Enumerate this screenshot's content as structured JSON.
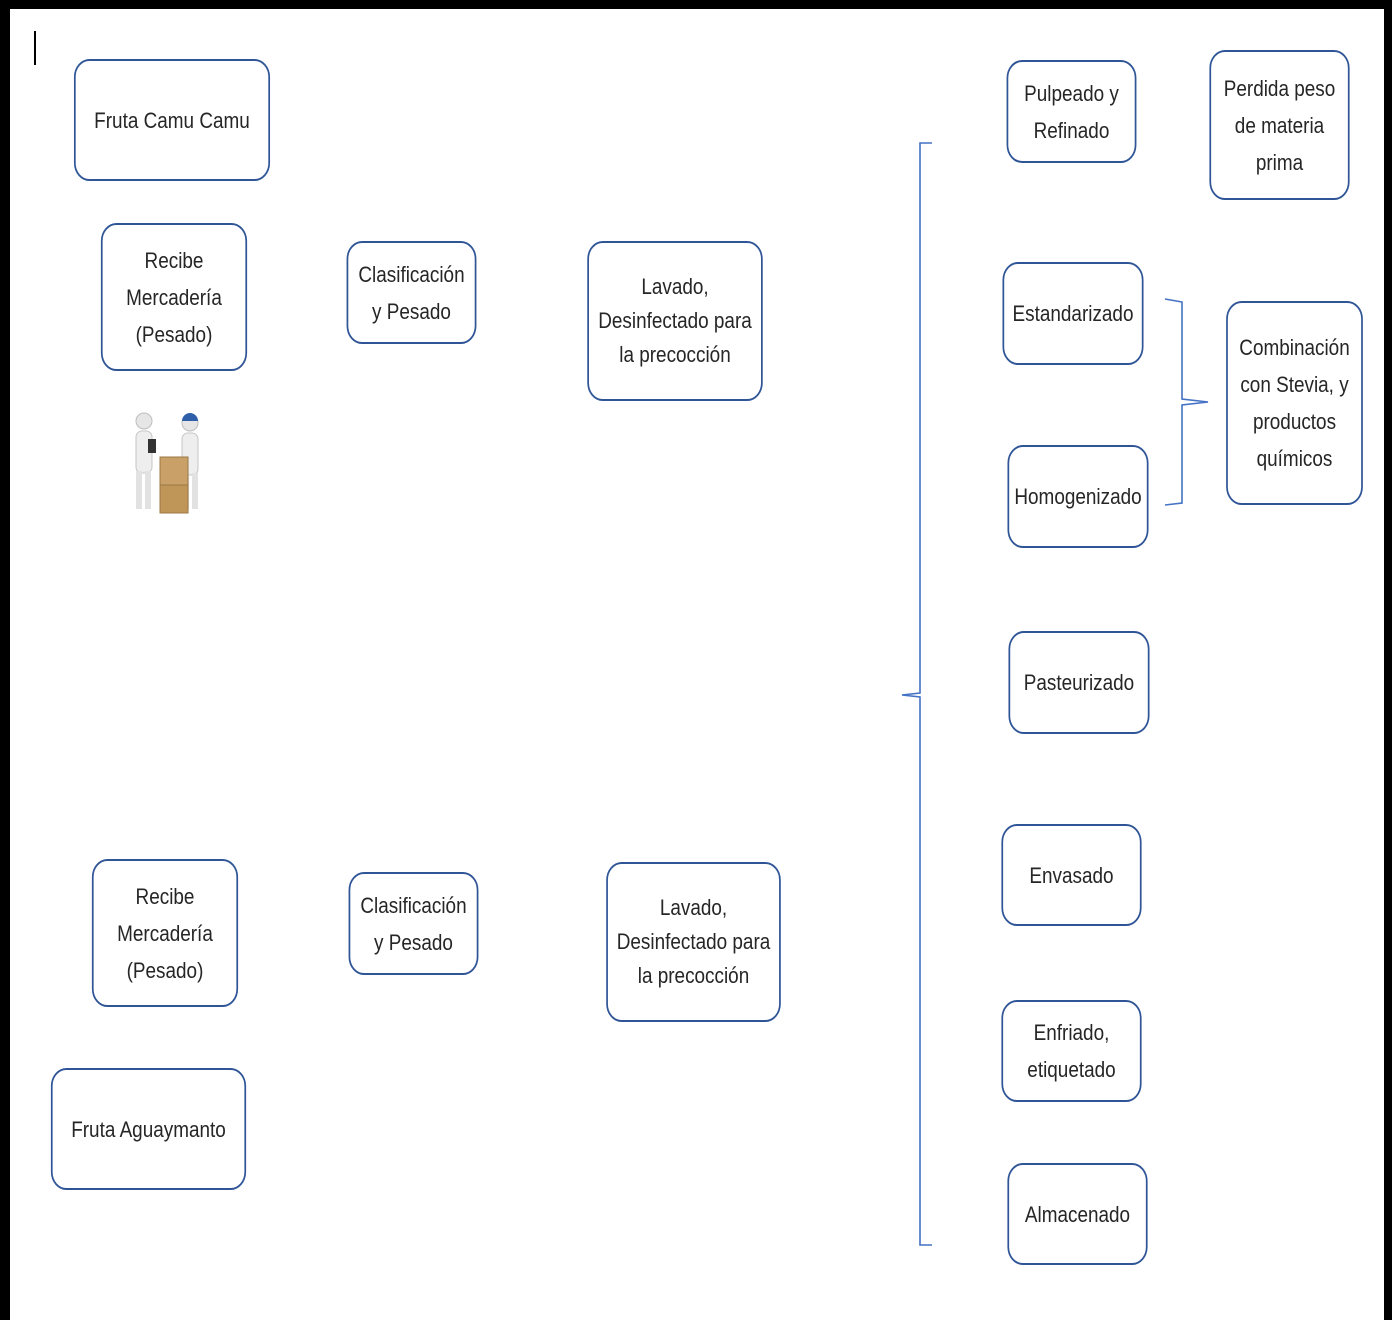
{
  "boxes": {
    "camu_camu": "Fruta Camu Camu",
    "recibe_1": "Recibe Mercadería (Pesado)",
    "clasificacion_1": "Clasificación y Pesado",
    "lavado_1": "Lavado, Desinfectado para la precocción",
    "recibe_2": "Recibe Mercadería (Pesado)",
    "aguaymanto": "Fruta Aguaymanto",
    "clasificacion_2": "Clasificación y Pesado",
    "lavado_2": "Lavado, Desinfectado para la precocción",
    "pulpeado": "Pulpeado y Refinado",
    "perdida": "Perdida peso de materia prima",
    "estandarizado": "Estandarizado",
    "homogenizado": "Homogenizado",
    "combinacion": "Combinación con Stevia, y productos químicos",
    "pasteurizado": "Pasteurizado",
    "envasado": "Envasado",
    "enfriado": "Enfriado, etiquetado",
    "almacenado": "Almacenado"
  },
  "colors": {
    "box_border": "#2f5597",
    "connector": "#4472c4",
    "frame": "#000000"
  },
  "icons": {
    "clipart": "people-with-clipboard-and-boxes-icon"
  }
}
